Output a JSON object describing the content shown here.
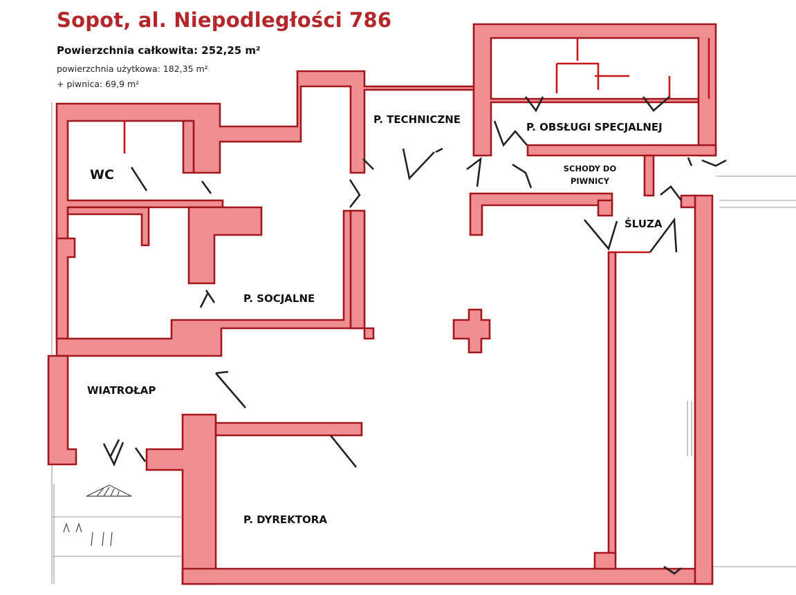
{
  "header": {
    "title": "Sopot, al. Niepodległości 786",
    "total_area": "Powierzchnia całkowita: 252,25 m²",
    "usable_area": "powierzchnia użytkowa: 182,35 m²",
    "basement_area": "+ piwnica: 69,9 m²"
  },
  "rooms": {
    "wc": "WC",
    "technical": "P. TECHNICZNE",
    "special_service": "P. OBSŁUGI SPECJALNEJ",
    "stairs_line1": "SCHODY DO",
    "stairs_line2": "PIWNICY",
    "airlock": "ŚLUZA",
    "social": "P. SOCJALNE",
    "vestibule": "WIATROŁAP",
    "director": "P. DYREKTORA"
  },
  "colors": {
    "title": "#b5262b",
    "wall_fill": "#ef8f93",
    "wall_stroke": "#a1171c"
  }
}
